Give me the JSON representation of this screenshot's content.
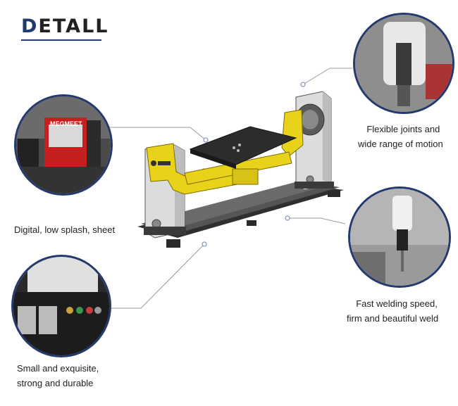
{
  "heading": {
    "first_letter": "D",
    "rest": "ETALL"
  },
  "captions": {
    "top_right_line1": "Flexible joints and",
    "top_right_line2": "wide range of motion",
    "left_middle": "Digital, low splash, sheet",
    "right_lower_line1": "Fast welding speed,",
    "right_lower_line2": "firm and beautiful weld",
    "bottom_left_line1": "Small and exquisite,",
    "bottom_left_line2": "strong and durable"
  },
  "brand_text": "MEGMEET",
  "colors": {
    "accent": "#243a6e",
    "positioner_yellow": "#e9d21a",
    "frame_gray": "#d9d9d9",
    "base_dark": "#3a3a3a"
  }
}
